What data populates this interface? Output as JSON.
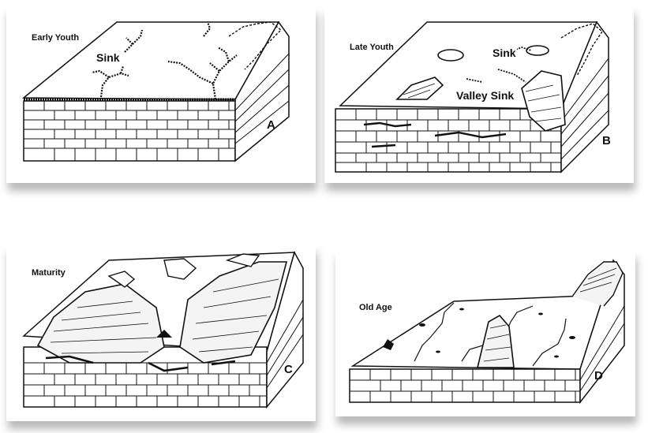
{
  "panels": [
    {
      "letter": "A",
      "stage": "Early Youth",
      "labels": [
        "Sink"
      ]
    },
    {
      "letter": "B",
      "stage": "Late Youth",
      "labels": [
        "Sink",
        "Valley Sink"
      ]
    },
    {
      "letter": "C",
      "stage": "Maturity",
      "labels": []
    },
    {
      "letter": "D",
      "stage": "Old Age",
      "labels": []
    }
  ]
}
